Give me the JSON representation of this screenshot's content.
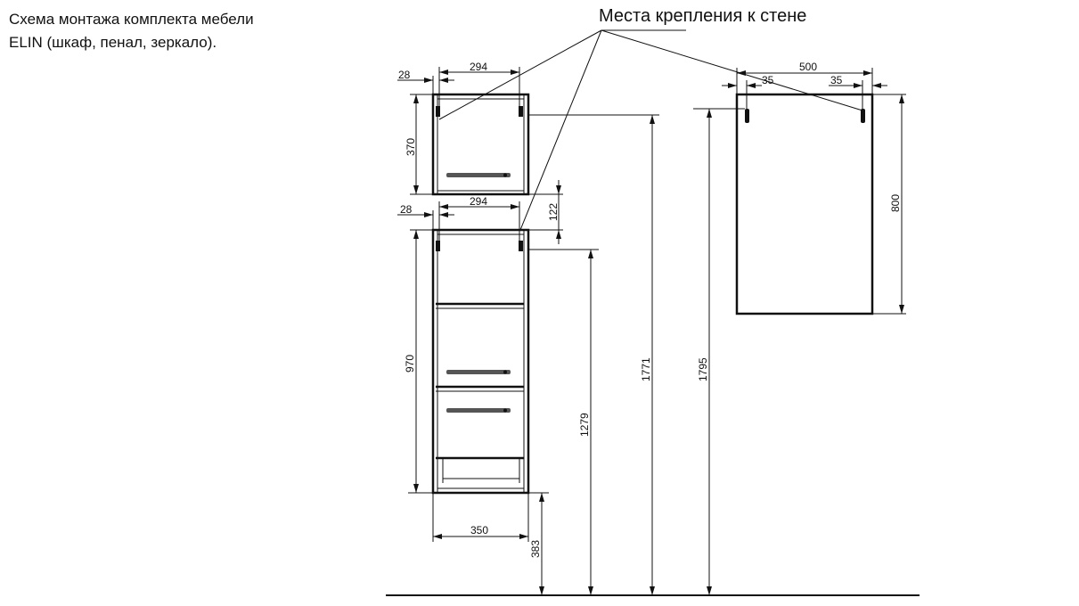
{
  "title": {
    "line1": "Схема монтажа комплекта мебели",
    "line2": "ELIN (шкаф, пенал, зеркало)."
  },
  "callout": "Места крепления к стене",
  "dimensions": {
    "top_offset_28": "28",
    "top_width_294": "294",
    "top_height_370": "370",
    "gap_122": "122",
    "mid_offset_28": "28",
    "mid_width_294": "294",
    "lower_height_970": "970",
    "cabinet_width_350": "350",
    "floor_gap_383": "383",
    "height_1279": "1279",
    "height_1771": "1771",
    "height_1795": "1795",
    "mirror_width_500": "500",
    "mirror_left_35": "35",
    "mirror_right_35": "35",
    "mirror_height_800": "800"
  }
}
